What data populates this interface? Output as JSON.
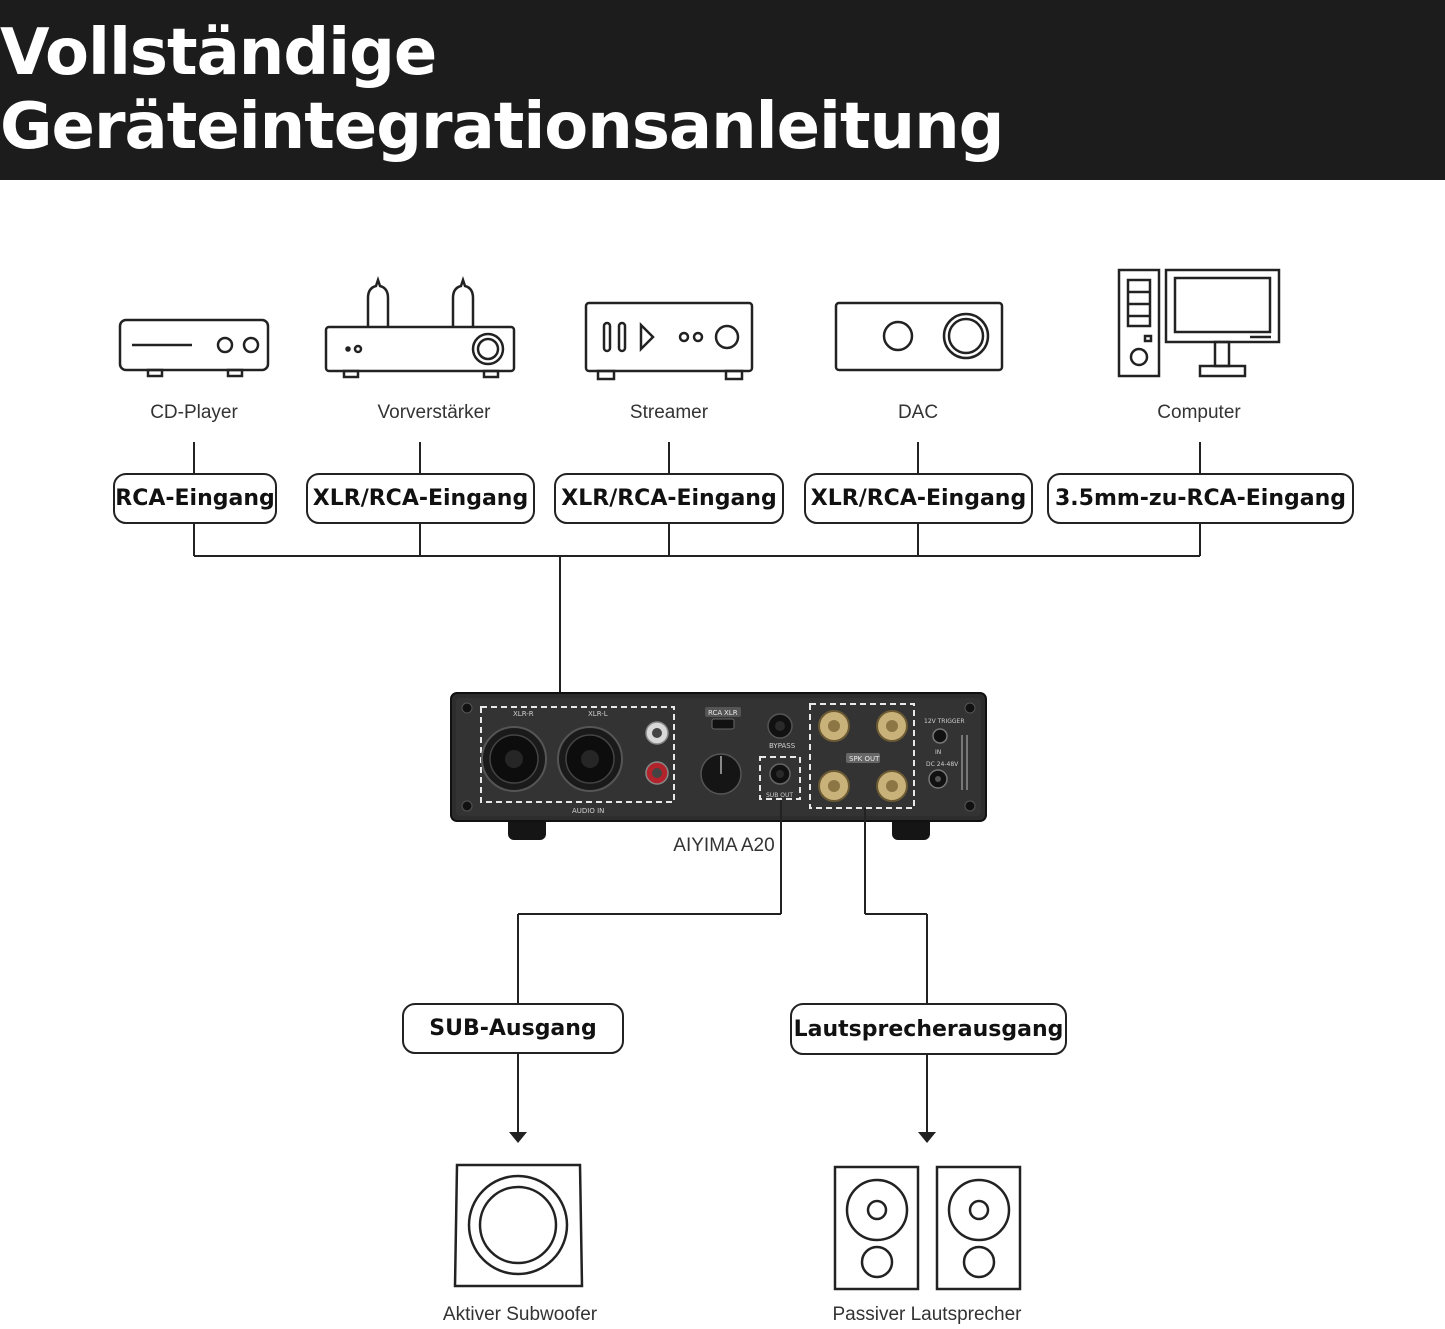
{
  "title": "Vollständige Geräteintegrationsanleitung",
  "sources": [
    {
      "label": "CD-Player",
      "icon": "cd-player-icon",
      "input": "RCA-Eingang"
    },
    {
      "label": "Vorverstärker",
      "icon": "tube-preamp-icon",
      "input": "XLR/RCA-Eingang"
    },
    {
      "label": "Streamer",
      "icon": "streamer-icon",
      "input": "XLR/RCA-Eingang"
    },
    {
      "label": "DAC",
      "icon": "dac-icon",
      "input": "XLR/RCA-Eingang"
    },
    {
      "label": "Computer",
      "icon": "computer-icon",
      "input": "3.5mm-zu-RCA-Eingang"
    }
  ],
  "amplifier": {
    "label": "AIYIMA A20",
    "panel_texts": {
      "xlr_r": "XLR-R",
      "xlr_l": "XLR-L",
      "audio_in": "AUDIO IN",
      "rca": "RCA",
      "xlr": "XLR",
      "bypass": "BYPASS",
      "sub_out": "SUB OUT",
      "spk_out": "SPK OUT",
      "trigger": "12V TRIGGER",
      "in": "IN",
      "dc": "DC 24-48V"
    }
  },
  "outputs": {
    "sub": {
      "label": "SUB-Ausgang",
      "device": "Aktiver Subwoofer",
      "icon": "subwoofer-icon"
    },
    "speaker": {
      "label": "Lautsprecherausgang",
      "device": "Passiver Lautsprecher",
      "icon": "passive-speaker-icon"
    }
  }
}
